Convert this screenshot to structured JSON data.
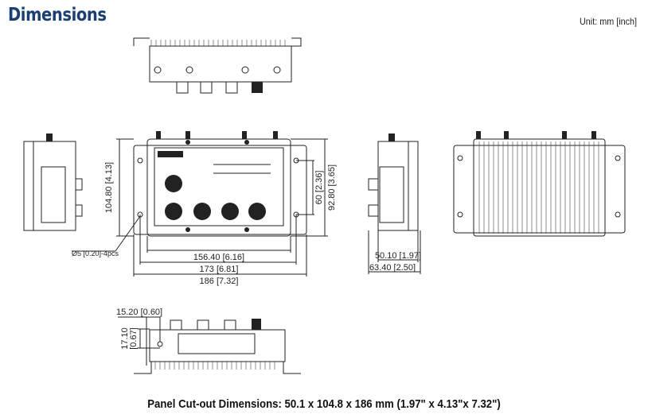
{
  "header": {
    "title": "Dimensions",
    "unit": "Unit: mm [inch]"
  },
  "dimensions": {
    "height_total": "104.80 [4.13]",
    "hole_spacing_v": "60 [2.36]",
    "height_body": "92.80 [3.65]",
    "hole_note": "Ø5 [0.20]-4pcs",
    "width_body": "156.40 [6.16]",
    "width_holes": "173 [6.81]",
    "width_total": "186 [7.32]",
    "depth_body": "50.10 [1.97]",
    "depth_total": "63.40 [2.50]",
    "offset_x": "15.20 [0.60]",
    "offset_y_mm": "17.10",
    "offset_y_in": "[0.67]"
  },
  "footer": {
    "caption": "Panel Cut-out Dimensions: 50.1 x 104.8 x 186 mm (1.97\" x 4.13\"x 7.32\")"
  }
}
